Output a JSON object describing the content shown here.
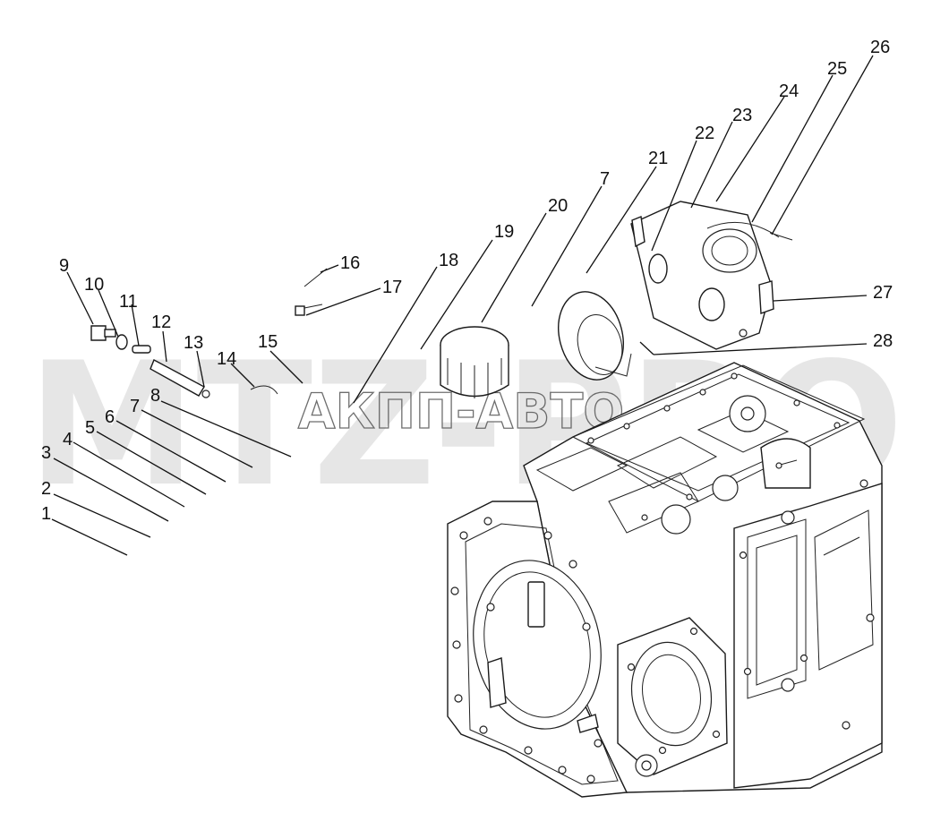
{
  "watermark": {
    "main": "MTZ-PRO",
    "sub": "АКПП-АВТО"
  },
  "callouts": [
    {
      "id": "c1",
      "text": "1"
    },
    {
      "id": "c2",
      "text": "2"
    },
    {
      "id": "c3",
      "text": "3"
    },
    {
      "id": "c4",
      "text": "4"
    },
    {
      "id": "c5",
      "text": "5"
    },
    {
      "id": "c6",
      "text": "6"
    },
    {
      "id": "c7a",
      "text": "7"
    },
    {
      "id": "c8",
      "text": "8"
    },
    {
      "id": "c9",
      "text": "9"
    },
    {
      "id": "c10",
      "text": "10"
    },
    {
      "id": "c11",
      "text": "11"
    },
    {
      "id": "c12",
      "text": "12"
    },
    {
      "id": "c13",
      "text": "13"
    },
    {
      "id": "c14",
      "text": "14"
    },
    {
      "id": "c15",
      "text": "15"
    },
    {
      "id": "c16",
      "text": "16"
    },
    {
      "id": "c17",
      "text": "17"
    },
    {
      "id": "c18",
      "text": "18"
    },
    {
      "id": "c19",
      "text": "19"
    },
    {
      "id": "c20",
      "text": "20"
    },
    {
      "id": "c7b",
      "text": "7"
    },
    {
      "id": "c21",
      "text": "21"
    },
    {
      "id": "c22",
      "text": "22"
    },
    {
      "id": "c23",
      "text": "23"
    },
    {
      "id": "c24",
      "text": "24"
    },
    {
      "id": "c25",
      "text": "25"
    },
    {
      "id": "c26",
      "text": "26"
    },
    {
      "id": "c27",
      "text": "27"
    },
    {
      "id": "c28",
      "text": "28"
    }
  ]
}
